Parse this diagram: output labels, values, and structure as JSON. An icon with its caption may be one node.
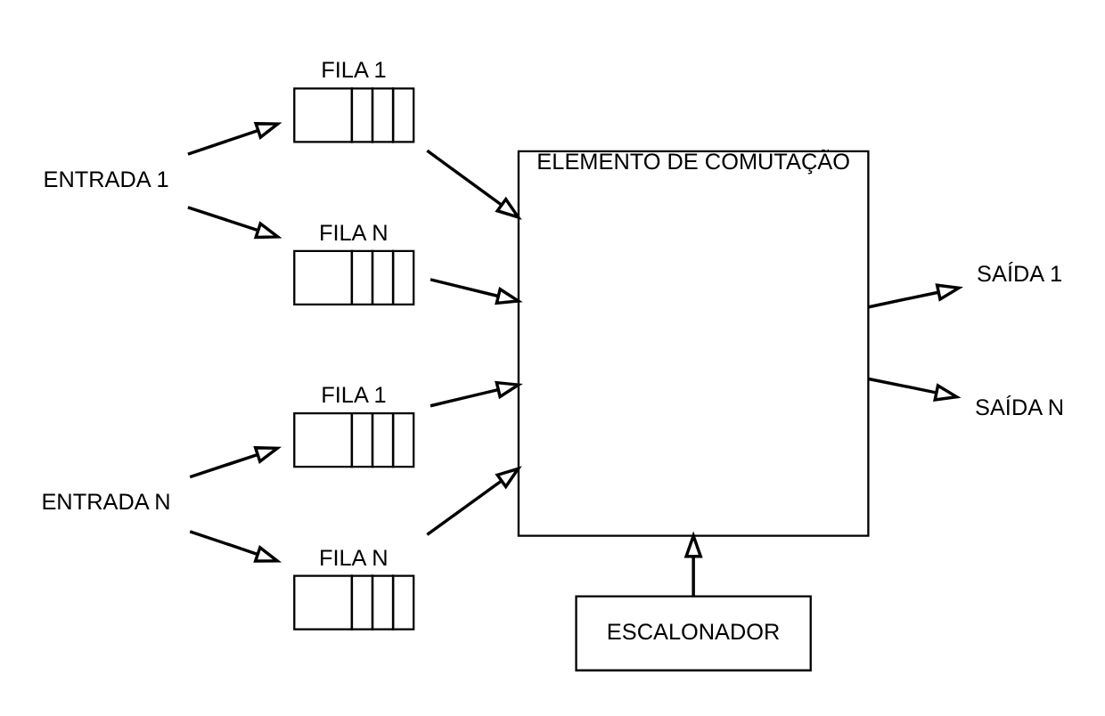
{
  "diagram": {
    "nodes": [
      {
        "text": [
          "ENTRADA 1"
        ]
      },
      {
        "text": [
          "FILA 1"
        ]
      },
      {
        "text": [
          "FILA N"
        ]
      },
      {
        "text": [
          "ENTRADA N"
        ]
      },
      {
        "text": [
          "FILA 1"
        ]
      },
      {
        "text": [
          "FILA N"
        ]
      },
      {
        "text": [
          "ELEMENTO DE COMUTAÇÃO"
        ]
      },
      {
        "text": [
          "SAÍDA 1"
        ]
      },
      {
        "text": [
          "SAÍDA N"
        ]
      },
      {
        "text": [
          "ESCALONADOR"
        ]
      }
    ],
    "edges": [
      {
        "from": 0,
        "to": 1,
        "arrow": "to"
      },
      {
        "from": 0,
        "to": 2,
        "arrow": "to"
      },
      {
        "from": 3,
        "to": 4,
        "arrow": "to"
      },
      {
        "from": 3,
        "to": 5,
        "arrow": "to"
      },
      {
        "from": 1,
        "to": 6,
        "arrow": "to"
      },
      {
        "from": 2,
        "to": 6,
        "arrow": "to"
      },
      {
        "from": 4,
        "to": 6,
        "arrow": "to"
      },
      {
        "from": 5,
        "to": 6,
        "arrow": "to"
      },
      {
        "from": 6,
        "to": 7,
        "arrow": "to"
      },
      {
        "from": 6,
        "to": 8,
        "arrow": "to"
      },
      {
        "from": 9,
        "to": 6,
        "arrow": "to"
      }
    ]
  }
}
